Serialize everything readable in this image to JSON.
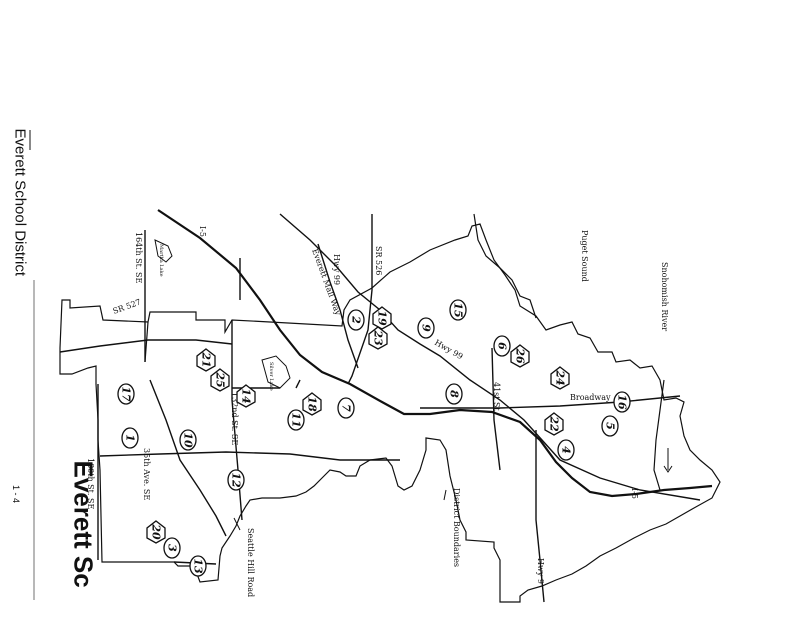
{
  "header": {
    "district_title": "Everett School District",
    "big_title": "Everett Sc",
    "page_number": "1 - 4"
  },
  "water": {
    "puget_sound": "Puget Sound",
    "snohomish_river": "Snohomish River"
  },
  "roads": {
    "i5_north": "I-5",
    "i5_south": "I-5",
    "hwy99": "Hwy 99",
    "sr526": "SR 526",
    "everett_mall_way": "Everett Mall Way",
    "hwy99_lower": "Hwy 99",
    "st41": "41st St.",
    "broadway": "Broadway",
    "sr527": "SR 527",
    "st164": "164th St. SE",
    "st132": "132nd St. SE",
    "ave35": "35th Ave. SE",
    "st180": "180th St. SE",
    "seattle_hill_road": "Seattle Hill Road",
    "hwy9": "Hwy 9",
    "district_boundaries": "District Boundaries"
  },
  "lakes": {
    "lake_a": "Martha Lake",
    "lake_b": "Silver Lake"
  },
  "schools": [
    {
      "id": "1",
      "shape": "circle"
    },
    {
      "id": "2",
      "shape": "circle"
    },
    {
      "id": "3",
      "shape": "circle"
    },
    {
      "id": "4",
      "shape": "circle"
    },
    {
      "id": "5",
      "shape": "circle"
    },
    {
      "id": "6",
      "shape": "circle"
    },
    {
      "id": "7",
      "shape": "circle"
    },
    {
      "id": "8",
      "shape": "circle"
    },
    {
      "id": "9",
      "shape": "circle"
    },
    {
      "id": "10",
      "shape": "circle"
    },
    {
      "id": "11",
      "shape": "circle"
    },
    {
      "id": "12",
      "shape": "circle"
    },
    {
      "id": "13",
      "shape": "circle"
    },
    {
      "id": "14",
      "shape": "diamond"
    },
    {
      "id": "15",
      "shape": "circle"
    },
    {
      "id": "16",
      "shape": "circle"
    },
    {
      "id": "17",
      "shape": "circle"
    },
    {
      "id": "18",
      "shape": "diamond"
    },
    {
      "id": "19",
      "shape": "diamond"
    },
    {
      "id": "20",
      "shape": "diamond"
    },
    {
      "id": "21",
      "shape": "diamond"
    },
    {
      "id": "22",
      "shape": "diamond"
    },
    {
      "id": "23",
      "shape": "diamond"
    },
    {
      "id": "24",
      "shape": "diamond"
    },
    {
      "id": "25",
      "shape": "diamond"
    },
    {
      "id": "26",
      "shape": "diamond"
    }
  ]
}
